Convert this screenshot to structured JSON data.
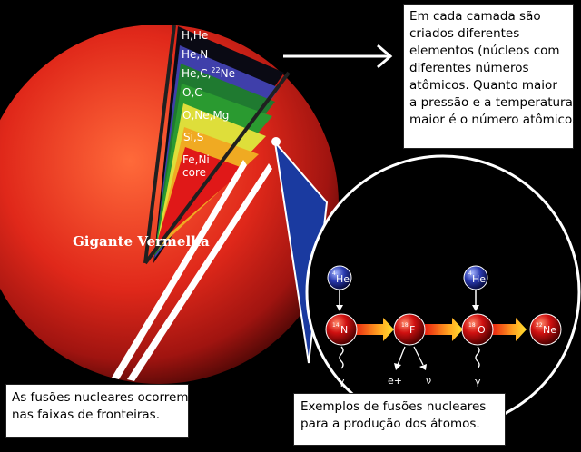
{
  "layers": [
    {
      "id": "hhe",
      "label": "H,He",
      "color": "#0a0a14"
    },
    {
      "id": "hen",
      "label": "He,N",
      "color": "#3f3faa"
    },
    {
      "id": "hecne",
      "label": "He,C,",
      "sup": "22",
      "label_after": "Ne",
      "color": "#1f7a30"
    },
    {
      "id": "oc",
      "label": "O,C",
      "color": "#2a9a30"
    },
    {
      "id": "onemg",
      "label": "O,Ne,Mg",
      "color": "#dede3a"
    },
    {
      "id": "sis",
      "label": "Si,S",
      "color": "#f0aa22"
    },
    {
      "id": "core",
      "label": "Fe,Ni",
      "label2": "core",
      "color": "#e01818"
    }
  ],
  "star_label": "Gigante Vermelha",
  "notes": {
    "layers_text": [
      "Em cada camada são",
      "criados diferentes",
      "elementos (núcleos com",
      "diferentes números",
      "atômicos. Quanto maior",
      "a pressão e a temperatura,",
      "maior é o número atômico."
    ],
    "fusion_boundary": [
      "As fusões nucleares ocorrem",
      "nas faixas de fronteiras."
    ],
    "examples": [
      "Exemplos de fusões nucleares",
      "para a produção dos átomos."
    ]
  },
  "reaction": {
    "helium": [
      {
        "mass": "4",
        "sym": "He"
      },
      {
        "mass": "4",
        "sym": "He"
      }
    ],
    "nuclei": [
      {
        "mass": "14",
        "sym": "N"
      },
      {
        "mass": "18",
        "sym": "F"
      },
      {
        "mass": "18",
        "sym": "O"
      },
      {
        "mass": "22",
        "sym": "Ne"
      }
    ],
    "emissions": [
      "γ",
      "e+",
      "ν",
      "γ"
    ]
  }
}
